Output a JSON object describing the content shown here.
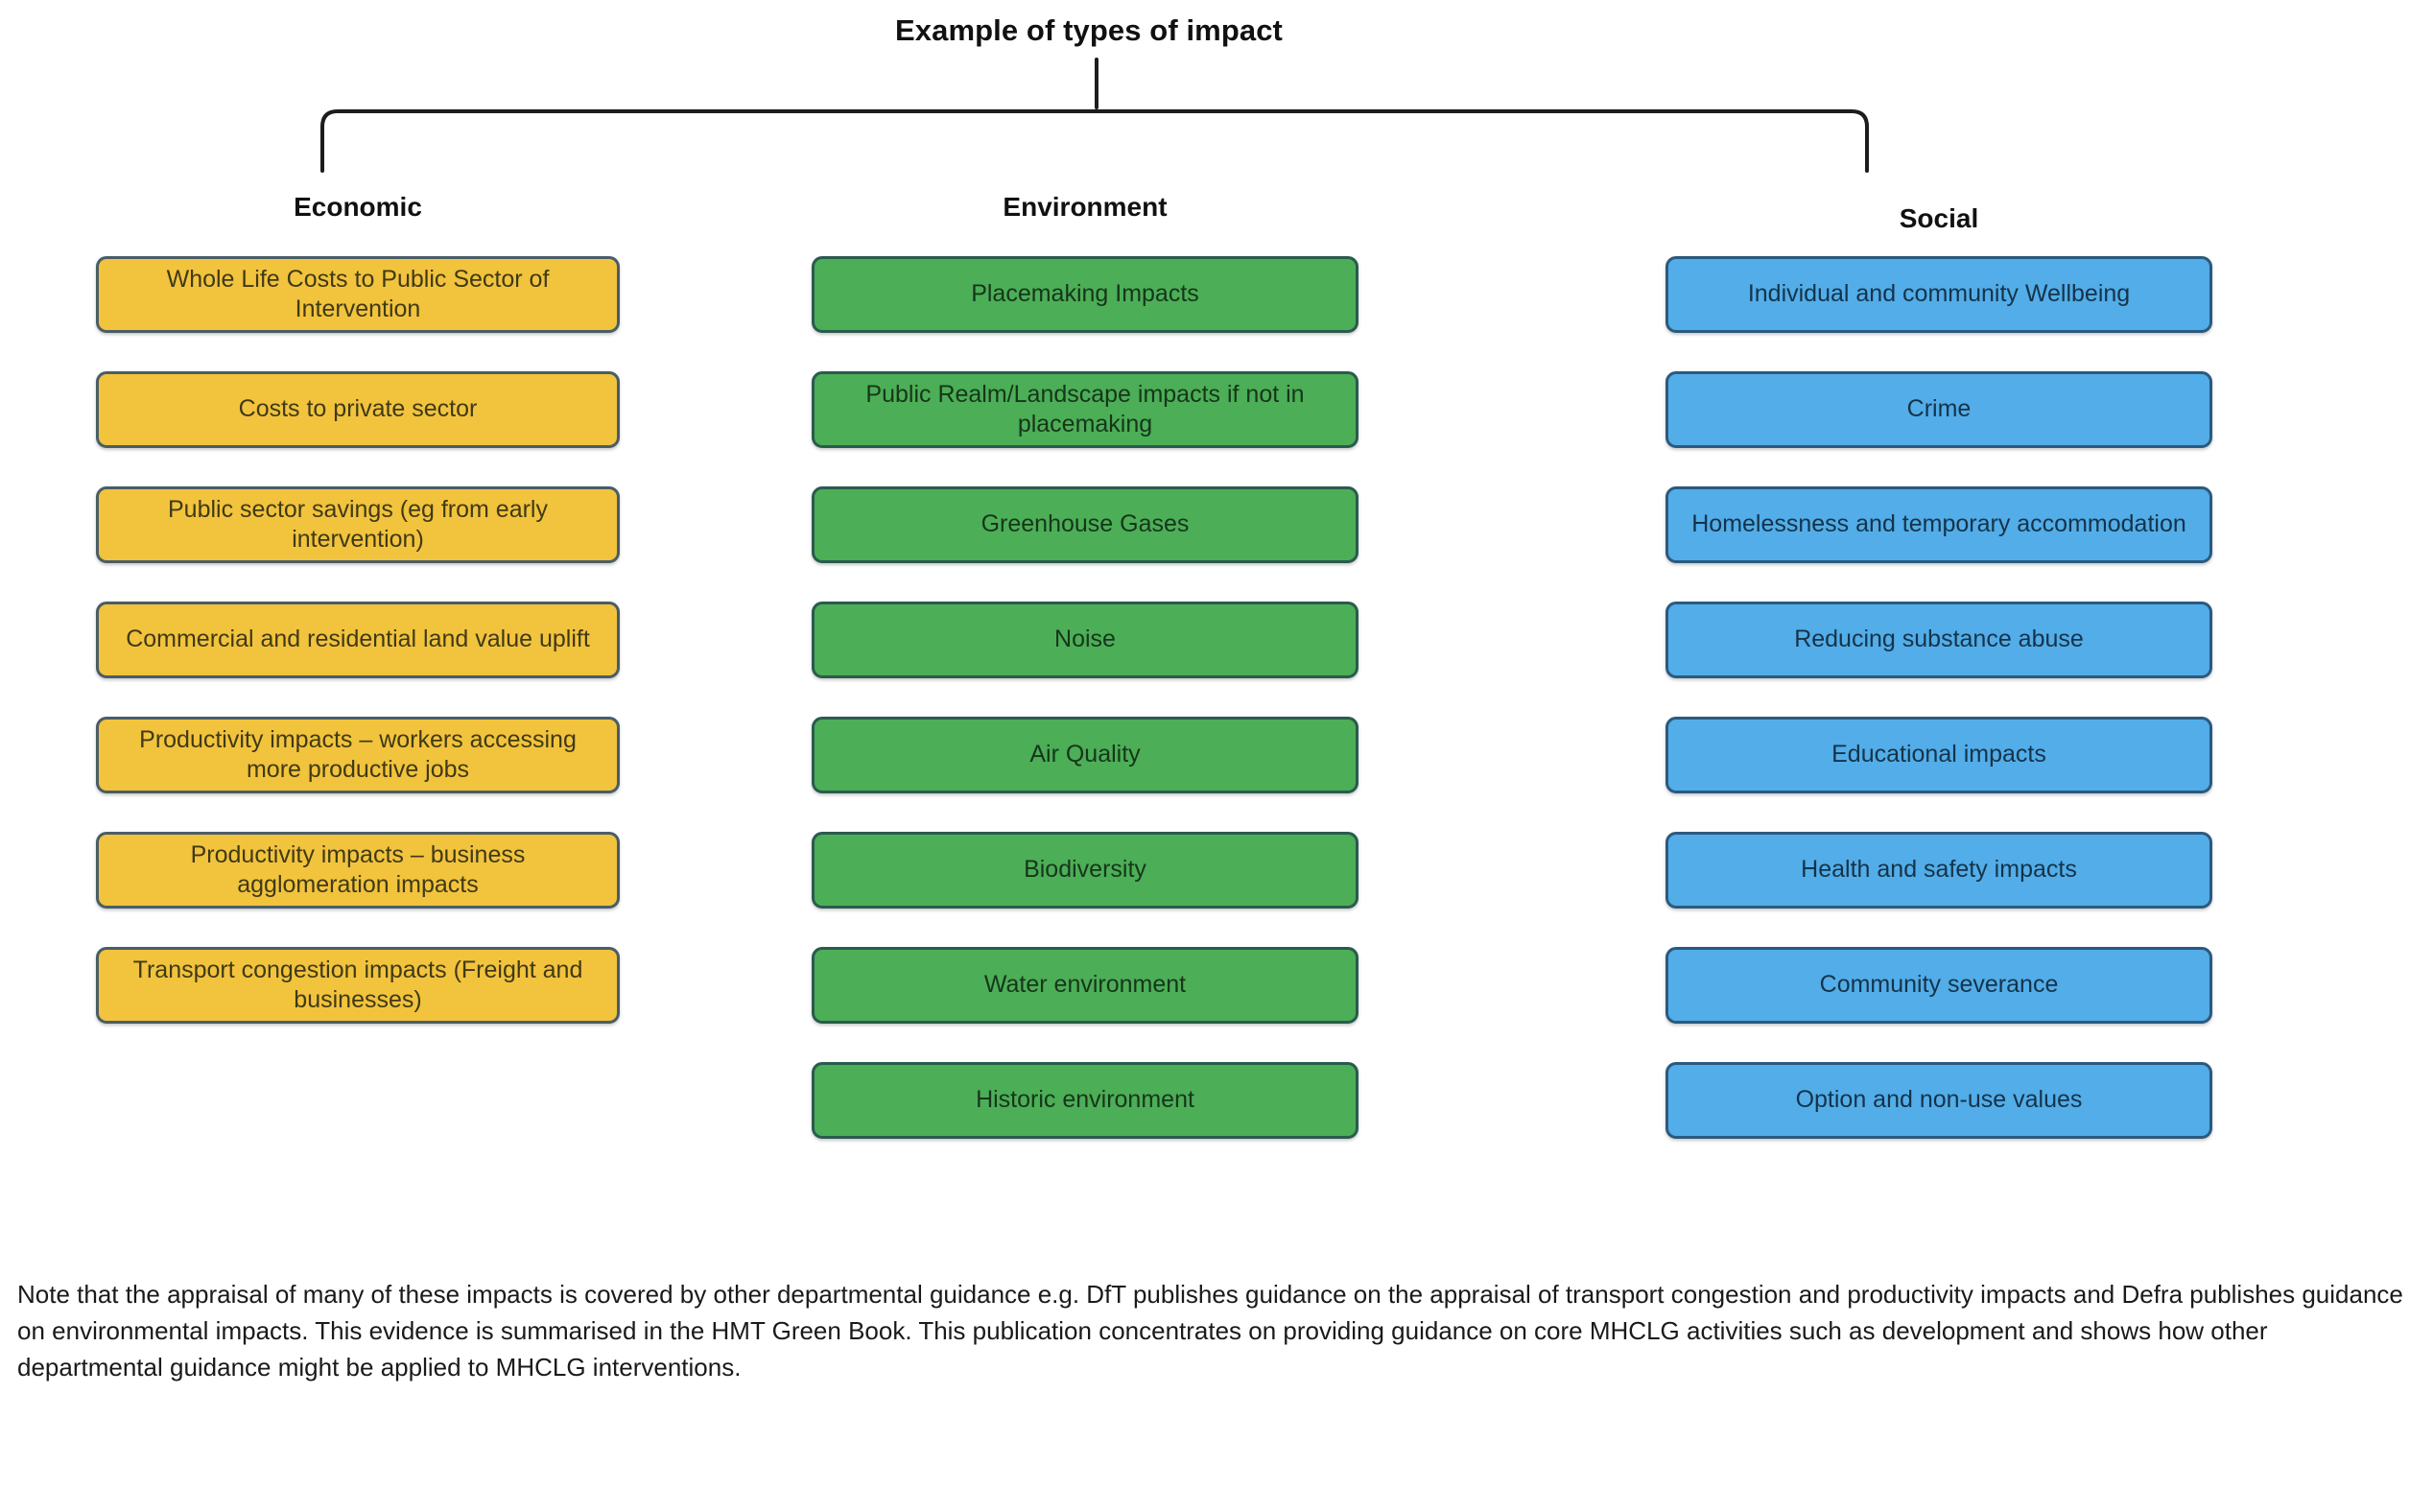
{
  "title": "Example of types of impact",
  "columns": [
    {
      "key": "economic",
      "header": "Economic",
      "color": "#f2c33d",
      "border_color": "#4a5d67",
      "items": [
        "Whole Life Costs to Public Sector of Intervention",
        "Costs to private sector",
        "Public sector savings (eg from early intervention)",
        "Commercial and residential land value uplift",
        "Productivity impacts – workers accessing more productive jobs",
        "Productivity impacts – business agglomeration impacts",
        "Transport congestion impacts (Freight and businesses)"
      ]
    },
    {
      "key": "environment",
      "header": "Environment",
      "color": "#4cae56",
      "border_color": "#2a5b4e",
      "items": [
        "Placemaking Impacts",
        "Public Realm/Landscape impacts if not in placemaking",
        "Greenhouse Gases",
        "Noise",
        "Air Quality",
        "Biodiversity",
        "Water environment",
        "Historic environment"
      ]
    },
    {
      "key": "social",
      "header": "Social",
      "color": "#52ade8",
      "border_color": "#2b5a7e",
      "items": [
        "Individual and community Wellbeing",
        "Crime",
        "Homelessness and temporary accommodation",
        "Reducing substance abuse",
        "Educational impacts",
        "Health and safety impacts",
        "Community severance",
        "Option and non-use values"
      ]
    }
  ],
  "footnote": "Note that the appraisal of many of these impacts is covered by other departmental guidance e.g. DfT publishes guidance on the appraisal of transport congestion and productivity impacts and Defra publishes guidance on environmental impacts.  This evidence is summarised in the HMT Green Book.  This publication concentrates on providing guidance on core MHCLG activities such as development and shows how other departmental guidance might be applied to MHCLG interventions."
}
